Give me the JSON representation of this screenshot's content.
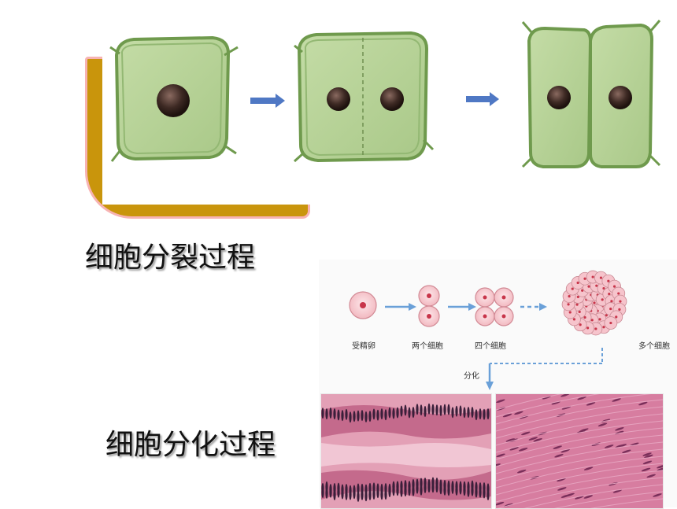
{
  "labels": {
    "division_title": "细胞分裂过程",
    "differentiation_title": "细胞分化过程"
  },
  "stages": {
    "fertilized_egg": "受精卵",
    "two_cells": "两个细胞",
    "four_cells": "四个细胞",
    "many_cells": "多个细胞",
    "differentiation_arrow": "分化"
  },
  "colors": {
    "cell_fill": "#b9d49a",
    "cell_border": "#6f9a4d",
    "nucleus": "#3e2a24",
    "arrow_blue": "#4f78c4",
    "embryo_cell": "#f7c9cf",
    "embryo_nucleus": "#c8354a",
    "tissue_pink": "#d9829e",
    "frame_orange": "#c9950c"
  }
}
